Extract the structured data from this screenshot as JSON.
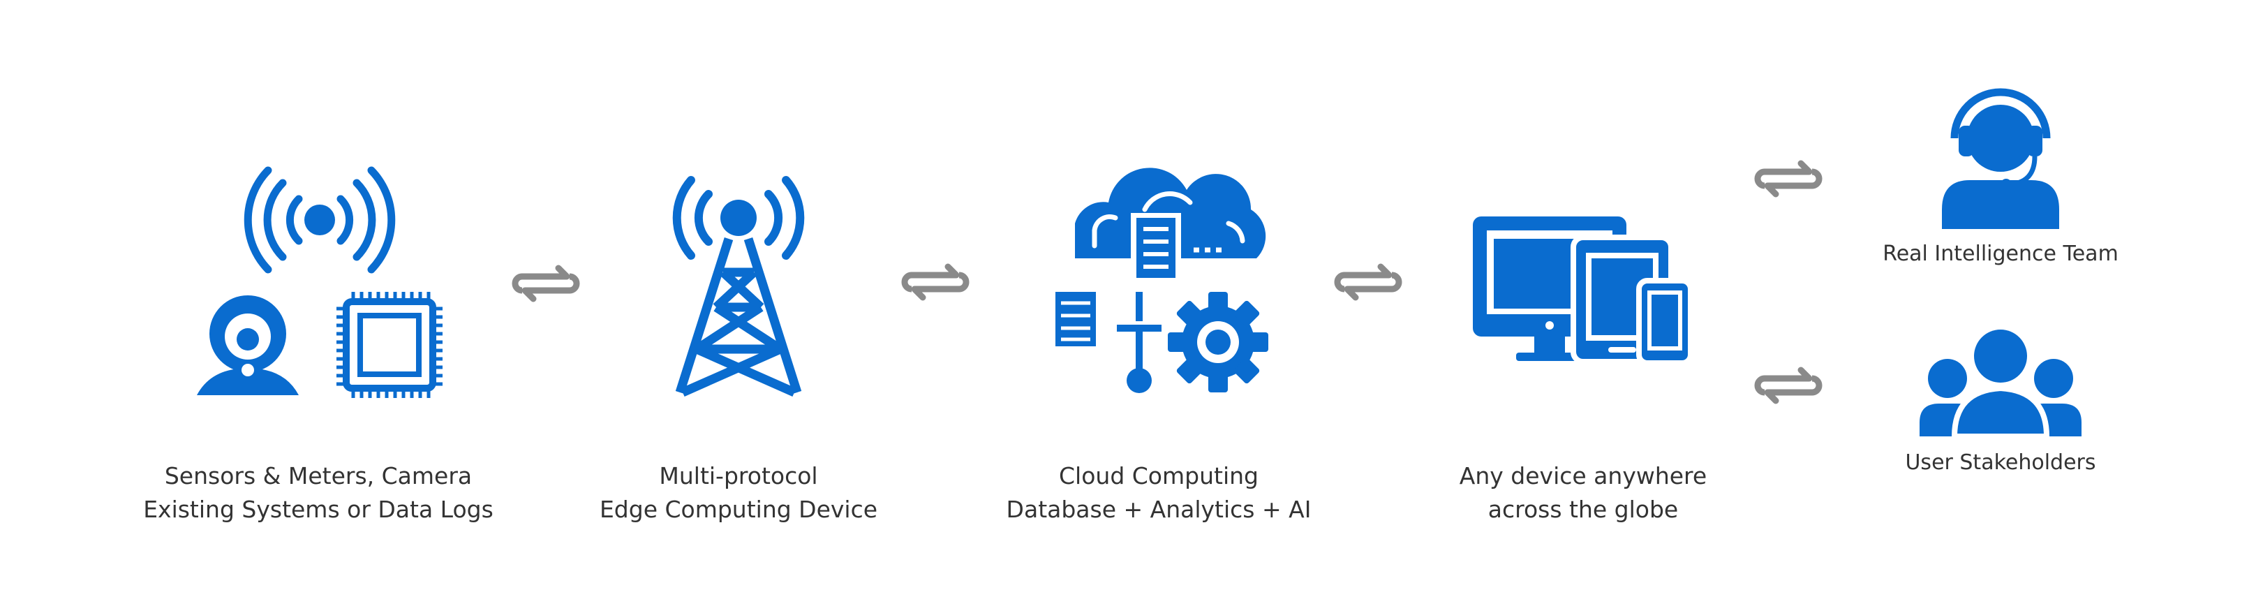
{
  "colors": {
    "icon": "#0a6ccf",
    "arrow": "#8a8a8a",
    "text": "#333333"
  },
  "stages": [
    {
      "icon": "sensors-camera-chip-icon",
      "line1": "Sensors & Meters, Camera",
      "line2": "Existing Systems or Data Logs"
    },
    {
      "icon": "radio-tower-icon",
      "line1": "Multi-protocol",
      "line2": "Edge Computing Device"
    },
    {
      "icon": "cloud-database-gear-icon",
      "line1": "Cloud Computing",
      "line2": "Database + Analytics + AI"
    },
    {
      "icon": "multi-device-icon",
      "line1": "Any device anywhere",
      "line2": "across the globe"
    }
  ],
  "recipients": [
    {
      "icon": "headset-agent-icon",
      "label": "Real Intelligence Team"
    },
    {
      "icon": "user-group-icon",
      "label": "User Stakeholders"
    }
  ],
  "connectors": {
    "icon": "bidirectional-arrows-icon"
  }
}
